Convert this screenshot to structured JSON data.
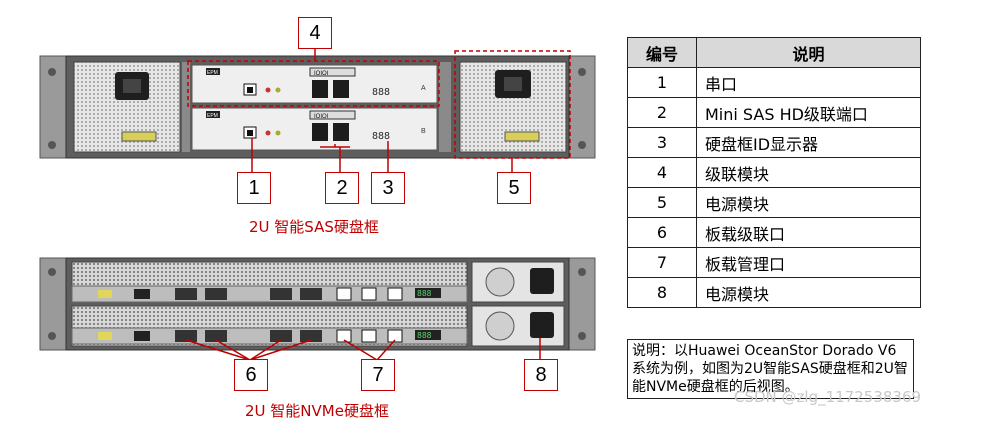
{
  "callouts": {
    "c1": "1",
    "c2": "2",
    "c3": "3",
    "c4": "4",
    "c5": "5",
    "c6": "6",
    "c7": "7",
    "c8": "8"
  },
  "captions": {
    "sas": "2U 智能SAS硬盘框",
    "nvme": "2U 智能NVMe硬盘框"
  },
  "sas_device": {
    "module_tag": "EPM",
    "port_labels": [
      "IOIOI",
      "IOIOI"
    ],
    "led_display": "888",
    "slot_letters": [
      "A",
      "B"
    ]
  },
  "legend": {
    "header_number": "编号",
    "header_desc": "说明",
    "rows": [
      {
        "n": "1",
        "d": "串口"
      },
      {
        "n": "2",
        "d": "Mini SAS HD级联端口"
      },
      {
        "n": "3",
        "d": "硬盘框ID显示器"
      },
      {
        "n": "4",
        "d": "级联模块"
      },
      {
        "n": "5",
        "d": "电源模块"
      },
      {
        "n": "6",
        "d": "板载级联口"
      },
      {
        "n": "7",
        "d": "板载管理口"
      },
      {
        "n": "8",
        "d": "电源模块"
      }
    ]
  },
  "note": "说明：以Huawei OceanStor Dorado V6系统为例，如图为2U智能SAS硬盘框和2U智能NVMe硬盘框的后视图。",
  "watermark": "CSDN @zlg_1172538369",
  "colors": {
    "accent": "#c00000",
    "table_header": "#d9d9d9",
    "chassis": "#6b6b6b"
  }
}
